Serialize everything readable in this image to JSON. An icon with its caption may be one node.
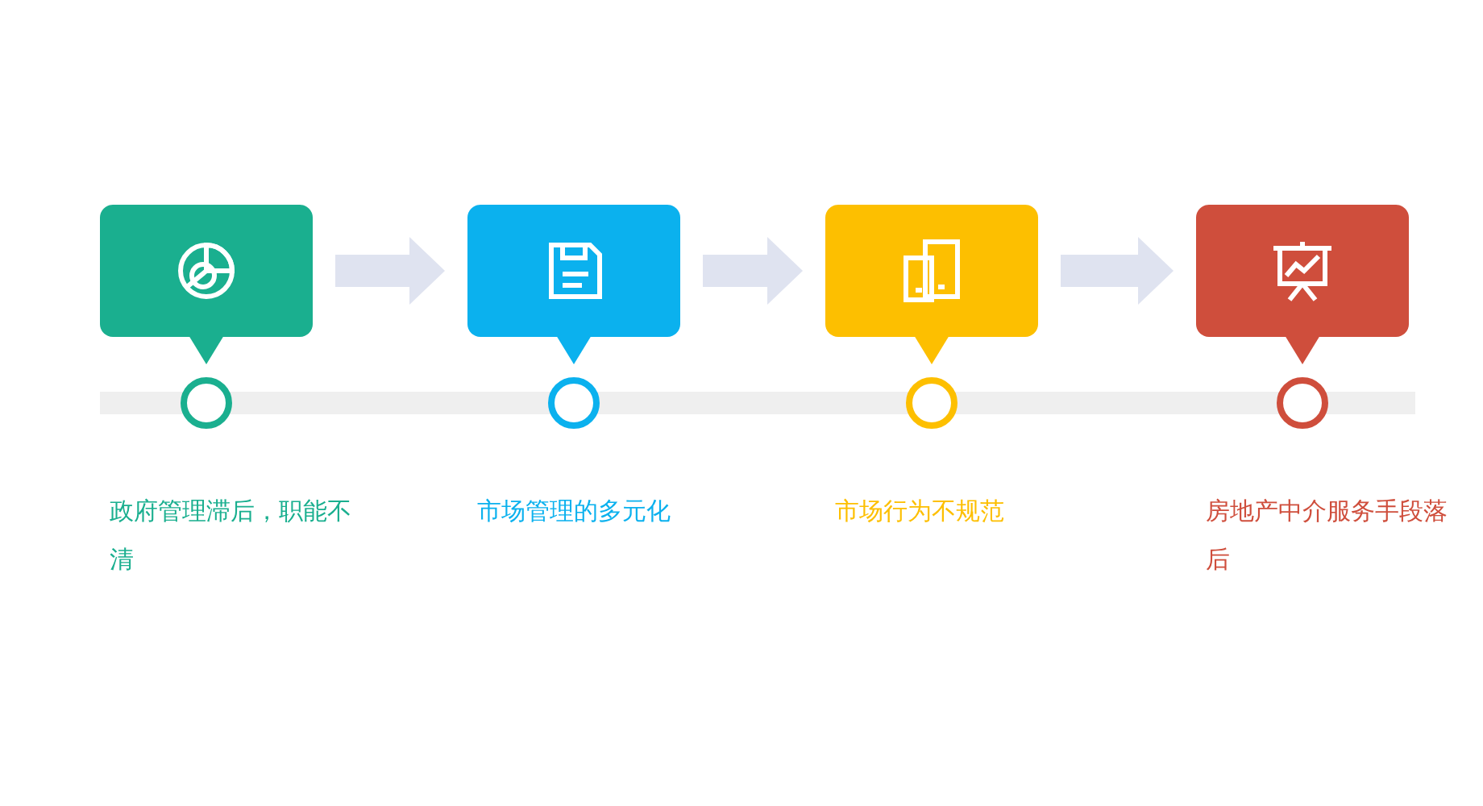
{
  "diagram": {
    "nodes": [
      {
        "text": [],
        "shape": "box"
      },
      {
        "text": [],
        "shape": "box"
      },
      {
        "text": [],
        "shape": "box"
      },
      {
        "text": [],
        "shape": "box"
      },
      {
        "text": [],
        "shape": "bar"
      }
    ],
    "edges": [
      {
        "from": 0,
        "to": 1,
        "arrow": "to"
      },
      {
        "from": 1,
        "to": 2,
        "arrow": "to"
      },
      {
        "from": 2,
        "to": 3,
        "arrow": "to"
      }
    ],
    "labels": [
      "政府管理滞后，职能不清",
      "市场管理的多元化",
      "市场行为不规范",
      "房地产中介服务手段落后"
    ]
  }
}
